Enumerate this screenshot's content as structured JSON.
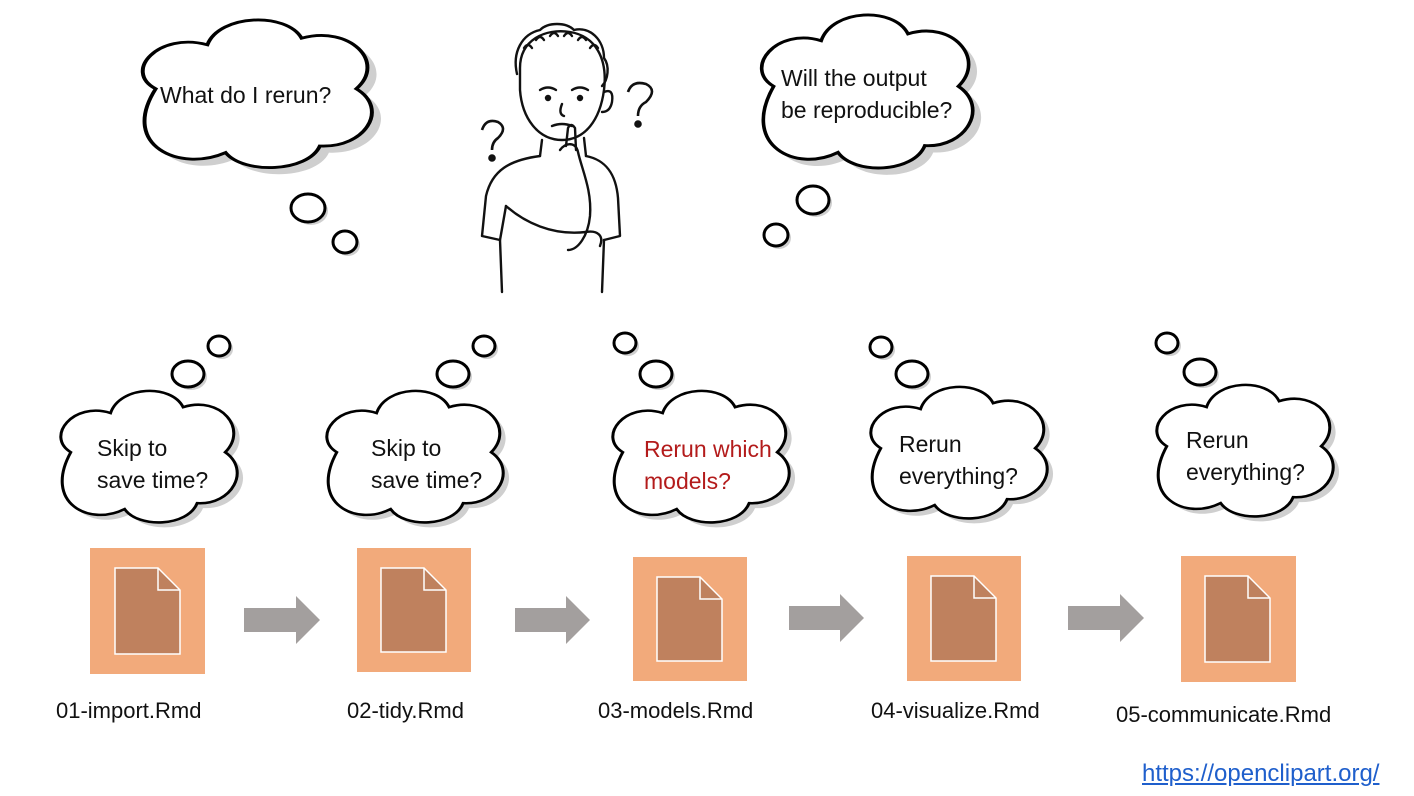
{
  "header": {
    "left_thought": "What do I rerun?",
    "right_thought": "Will the output\nbe reproducible?"
  },
  "steps": [
    {
      "file": "01-import.Rmd",
      "thought": "Skip to\nsave time?",
      "highlight": false
    },
    {
      "file": "02-tidy.Rmd",
      "thought": "Skip to\nsave time?",
      "highlight": false
    },
    {
      "file": "03-models.Rmd",
      "thought": "Rerun which\nmodels?",
      "highlight": true
    },
    {
      "file": "04-visualize.Rmd",
      "thought": "Rerun\neverything?",
      "highlight": false
    },
    {
      "file": "05-communicate.Rmd",
      "thought": "Rerun\neverything?",
      "highlight": false
    }
  ],
  "credit": "https://openclipart.org/",
  "colors": {
    "tile": "#f2aa7b",
    "doc": "#bf815e",
    "arrow": "#a39f9e",
    "highlight_text": "#b31b1b",
    "link": "#1f5fcc"
  },
  "icons": {
    "person": "thinking-person-icon",
    "question": "question-mark-icon",
    "file": "file-icon",
    "arrow": "right-arrow-icon"
  }
}
